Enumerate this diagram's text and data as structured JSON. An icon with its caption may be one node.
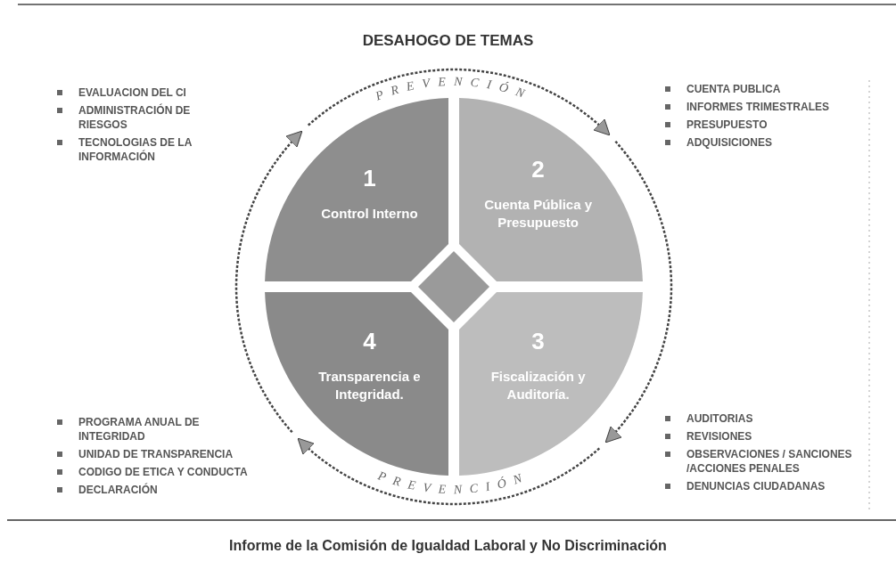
{
  "diagram": {
    "title": "DESAHOGO DE TEMAS",
    "caption": "Informe de la Comisión de Igualdad Laboral y No Discriminación",
    "nodes": [
      {
        "text": [
          "1",
          "Control Interno"
        ]
      },
      {
        "text": [
          "2",
          "Cuenta Pública y Presupuesto"
        ]
      },
      {
        "text": [
          "3",
          "Fiscalización y Auditoría."
        ]
      },
      {
        "text": [
          "4",
          "Transparencia e Integridad."
        ]
      },
      {
        "text": [],
        "shape": "diamond"
      }
    ],
    "edges": [],
    "labels": [
      "PREVENCIÓN",
      "EVALUACION DEL CI",
      "ADMINISTRACIÓN DE RIESGOS",
      "TECNOLOGIAS DE LA INFORMACIÓN",
      "CUENTA PUBLICA",
      "INFORMES TRIMESTRALES",
      "PRESUPUESTO",
      "ADQUISICIONES",
      "PROGRAMA ANUAL DE INTEGRIDAD",
      "UNIDAD DE TRANSPARENCIA",
      "CODIGO DE ETICA Y CONDUCTA",
      "DECLARACIÓN",
      "AUDITORIAS",
      "REVISIONES",
      "OBSERVACIONES / SANCIONES /ACCIONES PENALES",
      "DENUNCIAS CIUDADANAS",
      "PREVENCIÓN"
    ]
  }
}
